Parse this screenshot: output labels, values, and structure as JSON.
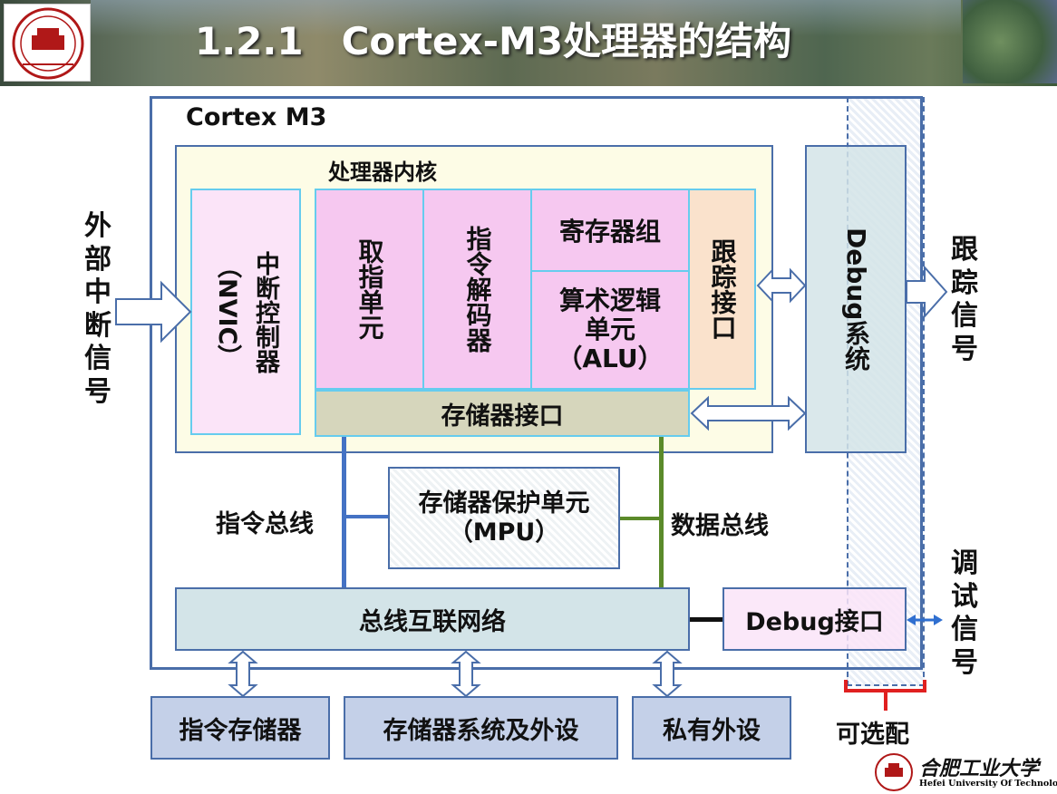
{
  "header": {
    "title": "1.2.1　Cortex-M3处理器的结构"
  },
  "diagram": {
    "outer_label": "Cortex M3",
    "core_label": "处理器内核",
    "nvic": {
      "line1": "中断控制器",
      "line2": "（NVIC）"
    },
    "fetch": "取指单元",
    "decoder": "指令解码器",
    "registers": "寄存器组",
    "alu": {
      "line1": "算术逻辑",
      "line2": "单元",
      "line3": "（ALU）"
    },
    "trace_if": "跟踪接口",
    "mem_if": "存储器接口",
    "debug_system": "Debug系统",
    "mpu": {
      "line1": "存储器保护单元",
      "line2": "（MPU）"
    },
    "instr_bus": "指令总线",
    "data_bus": "数据总线",
    "bus_matrix": "总线互联网络",
    "debug_if": "Debug接口",
    "instr_mem": "指令存储器",
    "mem_system": "存储器系统及外设",
    "private_periph": "私有外设",
    "optional": "可选配",
    "ext_interrupt": [
      "外",
      "部",
      "中",
      "断",
      "信",
      "号"
    ],
    "trace_signal": [
      "跟",
      "踪",
      "信",
      "号"
    ],
    "debug_signal": [
      "调",
      "试",
      "信",
      "号"
    ]
  },
  "logo": {
    "name_cn": "合肥工业大学",
    "name_en": "Hefei University Of Technology"
  },
  "colors": {
    "outer_border": "#4a6ea9",
    "core_bg": "#fdfce6",
    "pink": "#f6c8f0",
    "cyan_border": "#66ccee",
    "peach": "#fae2cc",
    "olive": "#d6d6bc",
    "blue_grey": "#d3e4e8",
    "bottom_box": "#c4d0e8",
    "instr_bus": "#4472c4",
    "data_bus": "#5b8a2a",
    "red_bracket": "#e02020"
  }
}
